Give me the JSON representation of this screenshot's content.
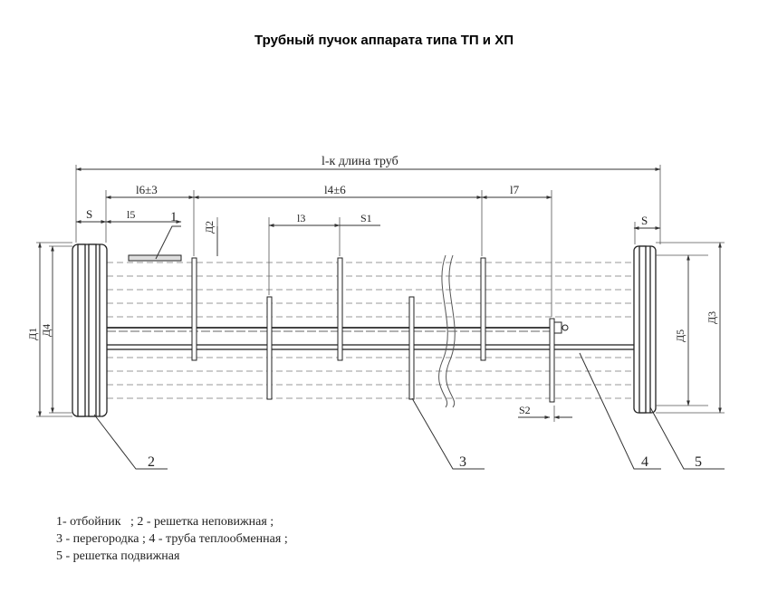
{
  "title": "Трубный пучок аппарата типа ТП и ХП",
  "dimensions": {
    "total_length": "l-к  длина труб",
    "l6": "l6±3",
    "l4": "l4±6",
    "l7": "l7",
    "s_left": "S",
    "s_right": "S",
    "l5": "l5",
    "l3": "l3",
    "s1": "S1",
    "s2": "S2",
    "d1": "Д1",
    "d2": "Д2",
    "d3": "Д3",
    "d4": "Д4",
    "d5": "Д5"
  },
  "callouts": [
    "1",
    "2",
    "3",
    "4",
    "5"
  ],
  "legend": [
    "1- отбойник   ; 2 - решетка неповижная ;",
    "3 - перегородка ; 4 - труба теплообменная ;",
    "5 - решетка подвижная"
  ]
}
